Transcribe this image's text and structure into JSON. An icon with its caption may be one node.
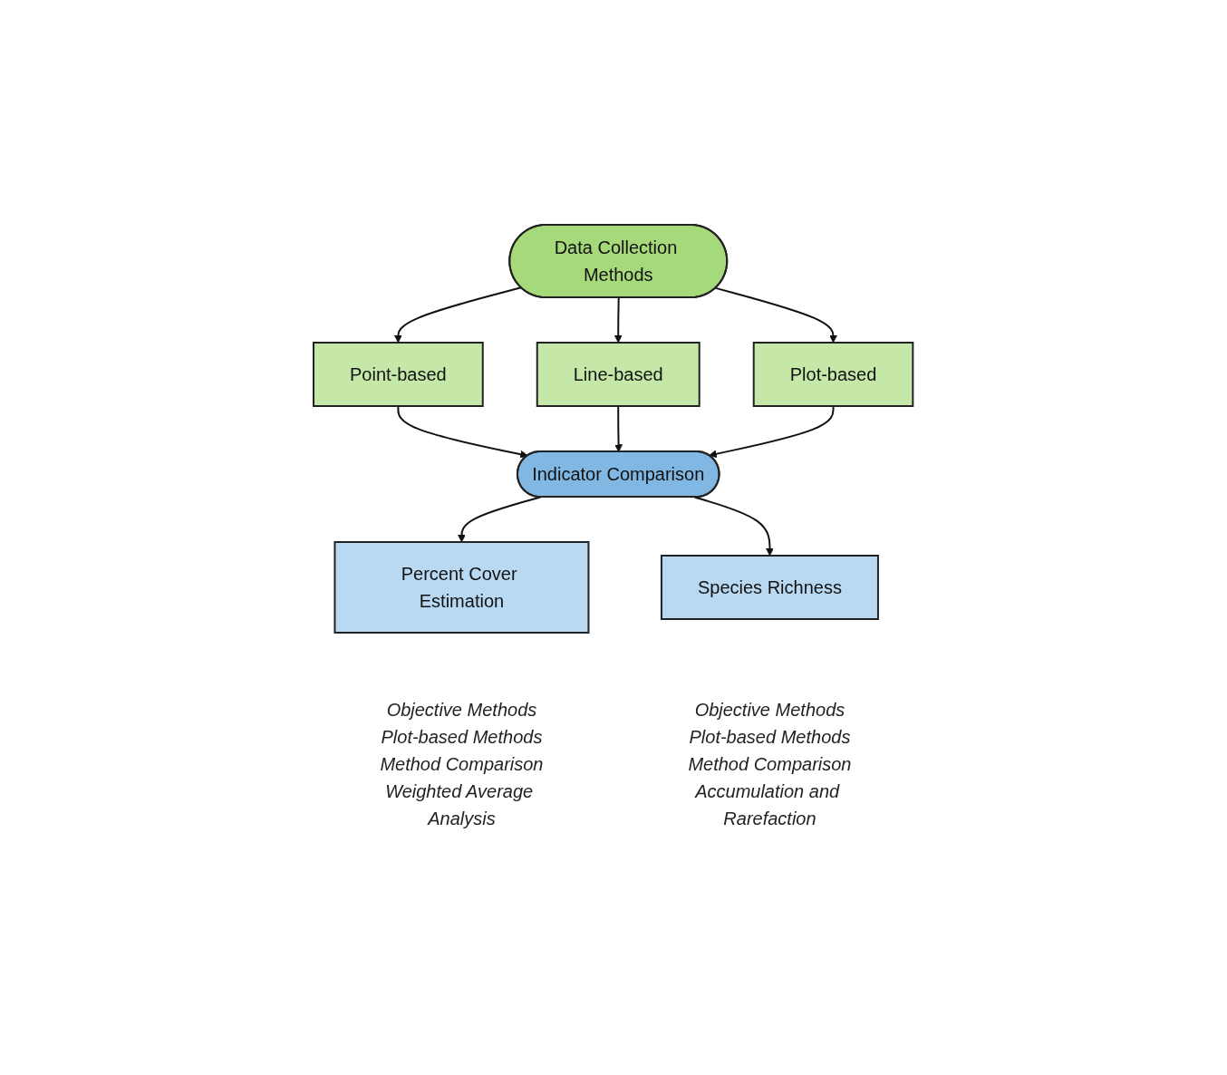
{
  "diagram": {
    "nodes": [
      {
        "text": [
          "Data Collection Methods"
        ]
      },
      {
        "text": [
          "Point-based"
        ]
      },
      {
        "text": [
          "Line-based"
        ]
      },
      {
        "text": [
          "Plot-based"
        ]
      },
      {
        "text": [
          "Indicator Comparison"
        ]
      },
      {
        "text": [
          "Percent Cover Estimation"
        ],
        "beside": [
          "Objective Methods",
          "Plot-based Methods",
          "Method Comparison",
          "Weighted Average Analysis"
        ]
      },
      {
        "text": [
          "Species Richness"
        ],
        "beside": [
          "Objective Methods",
          "Plot-based Methods",
          "Method Comparison",
          "Accumulation and Rarefaction"
        ]
      }
    ],
    "edges": [
      {
        "from": 0,
        "to": 1,
        "arrow": "to"
      },
      {
        "from": 0,
        "to": 2,
        "arrow": "to"
      },
      {
        "from": 0,
        "to": 3,
        "arrow": "to"
      },
      {
        "from": 1,
        "to": 4,
        "arrow": "to"
      },
      {
        "from": 2,
        "to": 4,
        "arrow": "to"
      },
      {
        "from": 3,
        "to": 4,
        "arrow": "to"
      },
      {
        "from": 4,
        "to": 5,
        "arrow": "to"
      },
      {
        "from": 4,
        "to": 6,
        "arrow": "to"
      }
    ]
  }
}
